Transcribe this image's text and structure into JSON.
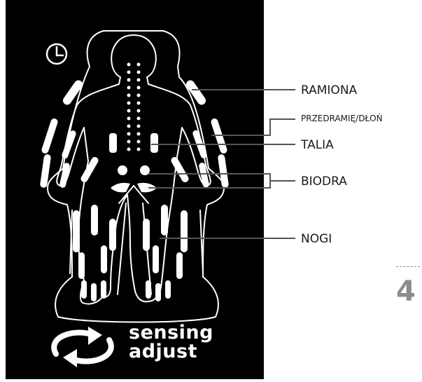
{
  "icons": {
    "timer": "clock-icon",
    "sensing": "sync-arrows-icon"
  },
  "colors": {
    "panel_background": "#000000",
    "outline": "#ffffff",
    "callout_line": "#555555",
    "page_number": "#8c8c8c"
  },
  "sensing": {
    "line1": "sensing",
    "line2": "adjust"
  },
  "zones": [
    {
      "id": "shoulders",
      "label": "RAMIONA"
    },
    {
      "id": "forearm",
      "label": "PRZEDRAMIĘ/DŁOŃ"
    },
    {
      "id": "waist",
      "label": "TALIA"
    },
    {
      "id": "hips",
      "label": "BIODRA"
    },
    {
      "id": "legs",
      "label": "NOGI"
    }
  ],
  "page": {
    "number": "4"
  }
}
